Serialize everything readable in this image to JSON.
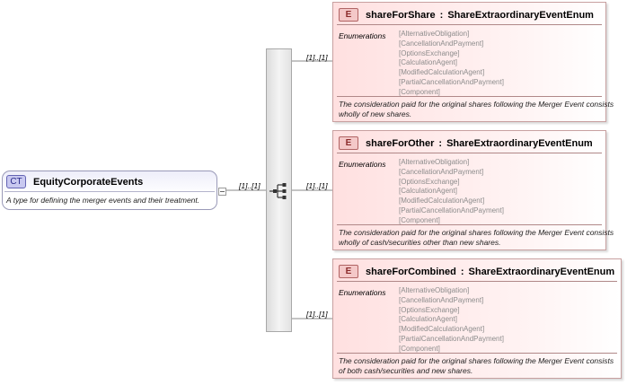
{
  "complex_type": {
    "badge": "CT",
    "name": "EquityCorporateEvents",
    "documentation": "A type for defining the merger events and their treatment."
  },
  "connector_cardinality": "[1]..[1]",
  "enumerations_label": "Enumerations",
  "enum_values": [
    "[AlternativeObligation]",
    "[CancellationAndPayment]",
    "[OptionsExchange]",
    "[CalculationAgent]",
    "[ModifiedCalculationAgent]",
    "[PartialCancellationAndPayment]",
    "[Component]"
  ],
  "elements": [
    {
      "badge": "E",
      "name": "shareForShare",
      "separator": ":",
      "type": "ShareExtraordinaryEventEnum",
      "cardinality": "[1]..[1]",
      "enumerations_label": "Enumerations",
      "enums": [
        "[AlternativeObligation]",
        "[CancellationAndPayment]",
        "[OptionsExchange]",
        "[CalculationAgent]",
        "[ModifiedCalculationAgent]",
        "[PartialCancellationAndPayment]",
        "[Component]"
      ],
      "documentation": "The consideration paid for the original shares following the Merger Event consists wholly of new shares."
    },
    {
      "badge": "E",
      "name": "shareForOther",
      "separator": ":",
      "type": "ShareExtraordinaryEventEnum",
      "cardinality": "[1]..[1]",
      "enumerations_label": "Enumerations",
      "enums": [
        "[AlternativeObligation]",
        "[CancellationAndPayment]",
        "[OptionsExchange]",
        "[CalculationAgent]",
        "[ModifiedCalculationAgent]",
        "[PartialCancellationAndPayment]",
        "[Component]"
      ],
      "documentation": "The consideration paid for the original shares following the Merger Event consists wholly of cash/securities other than new shares."
    },
    {
      "badge": "E",
      "name": "shareForCombined",
      "separator": ":",
      "type": "ShareExtraordinaryEventEnum",
      "cardinality": "[1]..[1]",
      "enumerations_label": "Enumerations",
      "enums": [
        "[AlternativeObligation]",
        "[CancellationAndPayment]",
        "[OptionsExchange]",
        "[CalculationAgent]",
        "[ModifiedCalculationAgent]",
        "[PartialCancellationAndPayment]",
        "[Component]"
      ],
      "documentation": "The consideration paid for the original shares following the Merger Event consists of both cash/securities and new shares."
    }
  ],
  "colors": {
    "element_border": "#c8a0a0",
    "element_fill": "#ffe0e0",
    "complex_type_border": "#9a9ab8",
    "enum_text": "#8c8c8c"
  },
  "icons": {
    "sequence": "sequence-compositor-icon",
    "collapse": "collapse-toggle-icon"
  }
}
